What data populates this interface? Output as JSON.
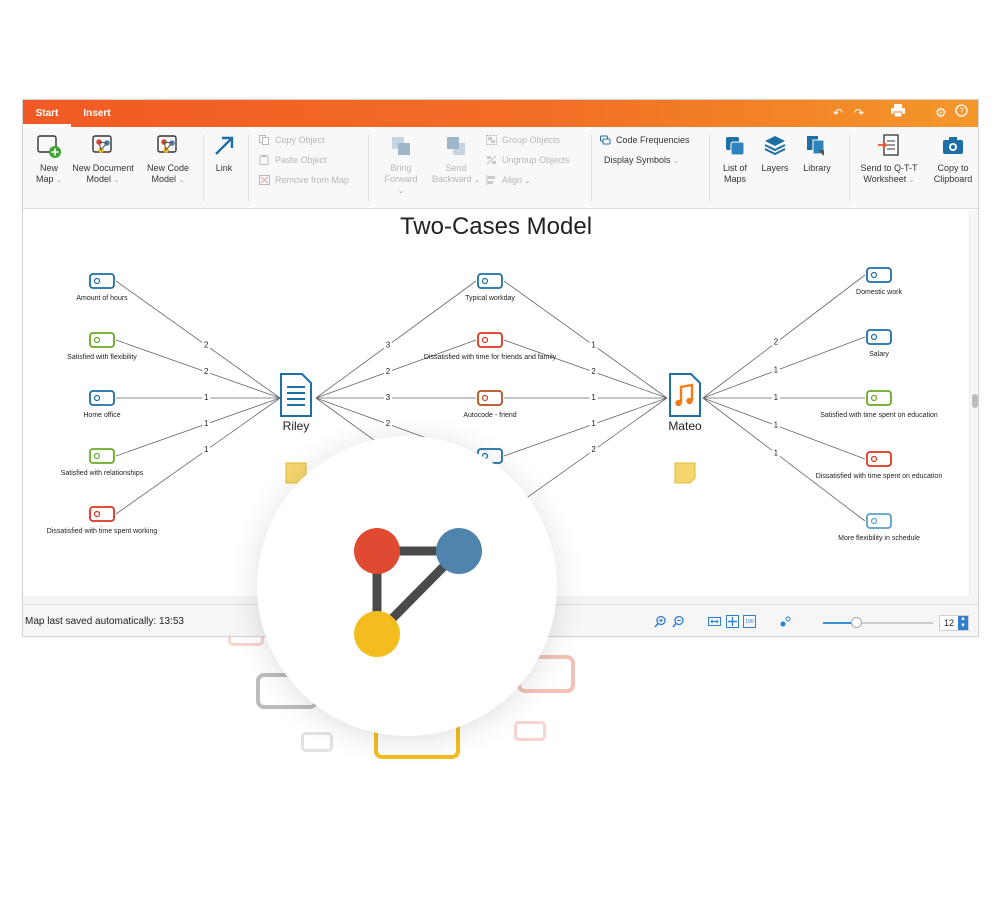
{
  "window": {
    "tabs": [
      {
        "label": "Start",
        "active": true
      },
      {
        "label": "Insert",
        "active": false
      }
    ],
    "title_icons": [
      "undo-icon",
      "redo-icon",
      "print-icon",
      "gear-icon",
      "help-icon"
    ]
  },
  "ribbon": {
    "new_map": "New Map",
    "new_map_l1": "New",
    "new_map_l2": "Map",
    "new_document_model_l1": "New Document",
    "new_document_model_l2": "Model",
    "new_code_model_l1": "New Code",
    "new_code_model_l2": "Model",
    "link": "Link",
    "copy_object": "Copy Object",
    "paste_object": "Paste Object",
    "remove_from_map": "Remove from Map",
    "bring_forward_l1": "Bring",
    "bring_forward_l2": "Forward",
    "send_backward_l1": "Send",
    "send_backward_l2": "Backward",
    "group_objects": "Group Objects",
    "ungroup_objects": "Ungroup Objects",
    "align": "Align",
    "code_frequencies": "Code Frequencies",
    "display_symbols": "Display Symbols",
    "list_of_maps_l1": "List of",
    "list_of_maps_l2": "Maps",
    "layers": "Layers",
    "library": "Library",
    "send_to_qtt_l1": "Send to Q-T-T",
    "send_to_qtt_l2": "Worksheet",
    "copy_clipboard_l1": "Copy to",
    "copy_clipboard_l2": "Clipboard"
  },
  "map": {
    "title": "Two-Cases Model",
    "documents": [
      {
        "label": "Riley",
        "icon": "document-icon"
      },
      {
        "label": "Mateo",
        "icon": "audio-document-icon"
      }
    ],
    "left_codes": [
      {
        "label": "Amount of hours",
        "color": "#1d6fa5",
        "weight": "2"
      },
      {
        "label": "Satisfied with flexibility",
        "color": "#6aa927",
        "weight": "2"
      },
      {
        "label": "Home office",
        "color": "#1d6fa5",
        "weight": "1"
      },
      {
        "label": "Satisfied with relationships",
        "color": "#6aa927",
        "weight": "1"
      },
      {
        "label": "Dissatisfied with time spent working",
        "color": "#e0341f",
        "weight": "1"
      }
    ],
    "middle_codes": [
      {
        "label": "Typical workday",
        "color": "#1d6fa5",
        "weight_left": "3",
        "weight_right": "1"
      },
      {
        "label": "Dissatisfied with time for friends and family",
        "color": "#e0341f",
        "weight_left": "2",
        "weight_right": "2"
      },
      {
        "label": "Autocode - friend",
        "color": "#b5501e",
        "weight_left": "3",
        "weight_right": "1"
      },
      {
        "label": "",
        "color": "#1d6fa5",
        "weight_left": "2",
        "weight_right": "1"
      },
      {
        "label": "",
        "color": "#1d6fa5",
        "weight_left": "",
        "weight_right": "2"
      }
    ],
    "right_codes": [
      {
        "label": "Domestic work",
        "color": "#1d6fa5",
        "weight": "2"
      },
      {
        "label": "Salary",
        "color": "#1d6fa5",
        "weight": "1"
      },
      {
        "label": "Satisfied with time spent on education",
        "color": "#6aa927",
        "weight": "1"
      },
      {
        "label": "Dissatisfied with time spent on education",
        "color": "#e0341f",
        "weight": "1"
      },
      {
        "label": "More flexibility in schedule",
        "color": "#5aa0c8",
        "weight": "1"
      }
    ],
    "memo_color": "#f5d66e"
  },
  "status": {
    "text": "Map last saved automatically: 13:53",
    "zoom_value": "12",
    "zoom_fraction": 0.3
  },
  "overlay": {
    "logo": "creative-coding-logo-icon",
    "colors": {
      "red": "#e04a32",
      "blue": "#4f84ad",
      "yellow": "#f3bd1f",
      "edge": "#4a4a4a"
    }
  }
}
